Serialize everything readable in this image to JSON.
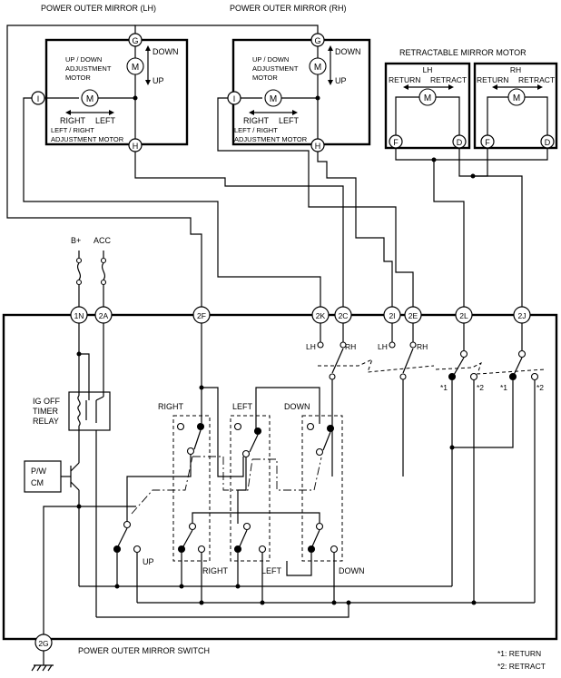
{
  "titles": {
    "mirror_lh": "POWER OUTER MIRROR (LH)",
    "mirror_rh": "POWER OUTER MIRROR (RH)",
    "retract_motor": "RETRACTABLE MIRROR MOTOR",
    "switch": "POWER OUTER MIRROR SWITCH"
  },
  "mirror_labels": {
    "updown_line1": "UP / DOWN",
    "updown_line2": "ADJUSTMENT",
    "updown_line3": "MOTOR",
    "down": "DOWN",
    "up": "UP",
    "right": "RIGHT",
    "left": "LEFT",
    "lr_line1": "LEFT / RIGHT",
    "lr_line2": "ADJUSTMENT MOTOR",
    "motor_symbol": "M"
  },
  "mirror_terminals": {
    "g": "G",
    "i": "I",
    "h": "H"
  },
  "retract": {
    "lh": "LH",
    "rh": "RH",
    "return": "RETURN",
    "retract": "RETRACT",
    "term_f": "F",
    "term_d": "D"
  },
  "power": {
    "bplus": "B+",
    "acc": "ACC"
  },
  "connectors": [
    "1N",
    "2A",
    "2F",
    "2K",
    "2C",
    "2I",
    "2E",
    "2L",
    "2J",
    "2G"
  ],
  "selector": {
    "lh": "LH",
    "rh": "RH"
  },
  "relay": {
    "line1": "IG OFF",
    "line2": "TIMER",
    "line3": "RELAY"
  },
  "pwcm": {
    "line1": "P/W",
    "line2": "CM"
  },
  "switch_labels": {
    "right_top": "RIGHT",
    "left_top": "LEFT",
    "down_top": "DOWN",
    "up_bottom": "UP",
    "right_bottom": "RIGHT",
    "left_bottom": "LEFT",
    "down_bottom": "DOWN"
  },
  "notes": {
    "star1": "*1",
    "star2": "*2",
    "legend1": "*1: RETURN",
    "legend2": "*2: RETRACT"
  }
}
